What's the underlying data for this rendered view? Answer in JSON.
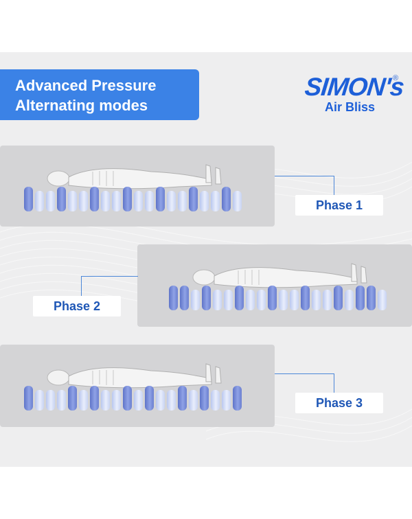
{
  "header": {
    "title_line1": "Advanced Pressure",
    "title_line2": "Alternating modes"
  },
  "logo": {
    "brand": "SIMON's",
    "registered": "®",
    "sub": "Air Bliss"
  },
  "phases": [
    {
      "label": "Phase 1"
    },
    {
      "label": "Phase 2"
    },
    {
      "label": "Phase 3"
    }
  ],
  "colors": {
    "accent": "#3b82e6",
    "brand": "#1d5fd8",
    "label_text": "#1f57b6",
    "inflated_cell": "#6b7fd0",
    "deflated_cell": "#dce4f8"
  }
}
